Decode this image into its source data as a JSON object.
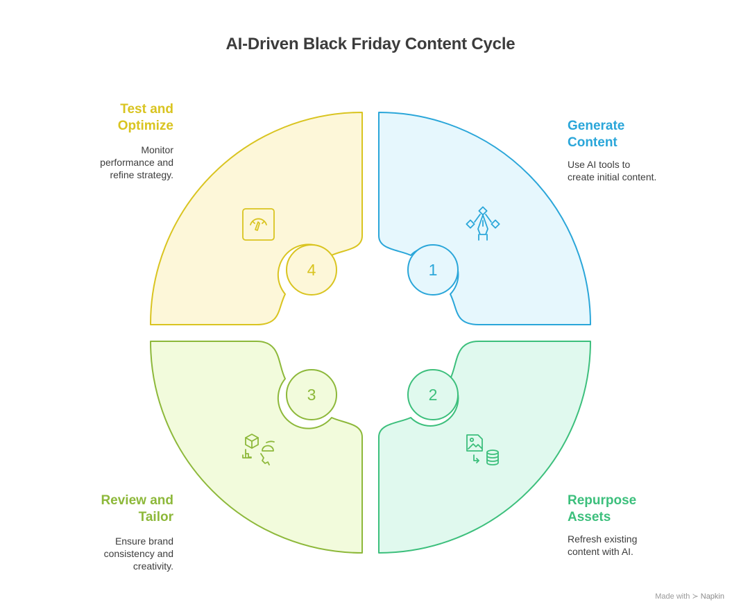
{
  "title": "AI-Driven Black Friday Content Cycle",
  "steps": [
    {
      "number": "1",
      "title_line1": "Generate",
      "title_line2": "Content",
      "desc_line1": "Use AI tools to",
      "desc_line2": "create initial content.",
      "desc_line3": "",
      "icon": "pen-tool-icon",
      "color": "#2aa6d9",
      "fill": "#e6f7fd"
    },
    {
      "number": "2",
      "title_line1": "Repurpose",
      "title_line2": "Assets",
      "desc_line1": "Refresh existing",
      "desc_line2": "content with AI.",
      "desc_line3": "",
      "icon": "image-to-database-icon",
      "color": "#3cbf7c",
      "fill": "#e0f9ee"
    },
    {
      "number": "3",
      "title_line1": "Review and",
      "title_line2": "Tailor",
      "desc_line1": "Ensure brand",
      "desc_line2": "consistency and",
      "desc_line3": "creativity.",
      "icon": "shapes-hand-icon",
      "color": "#8db83a",
      "fill": "#f2fbdc"
    },
    {
      "number": "4",
      "title_line1": "Test and",
      "title_line2": "Optimize",
      "desc_line1": "Monitor",
      "desc_line2": "performance and",
      "desc_line3": "refine strategy.",
      "icon": "gauge-icon",
      "color": "#d9c420",
      "fill": "#fdf7d9"
    }
  ],
  "footer": {
    "made_with": "Made with",
    "brand": "Napkin"
  }
}
